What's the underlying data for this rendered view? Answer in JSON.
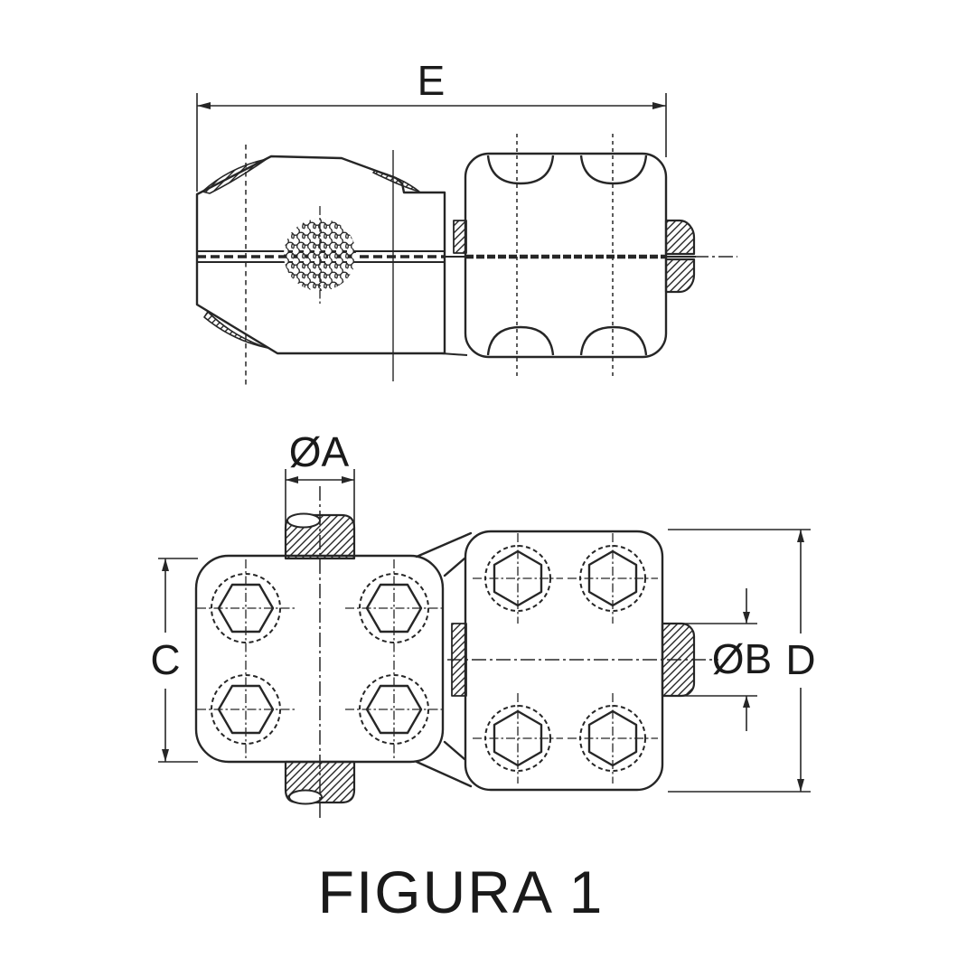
{
  "figure": {
    "title": "FIGURA 1"
  },
  "dimension_labels": {
    "e": "E",
    "oa": "ØA",
    "ob": "ØB",
    "c": "C",
    "d": "D"
  },
  "colors": {
    "line": "#262626",
    "background": "#ffffff"
  }
}
